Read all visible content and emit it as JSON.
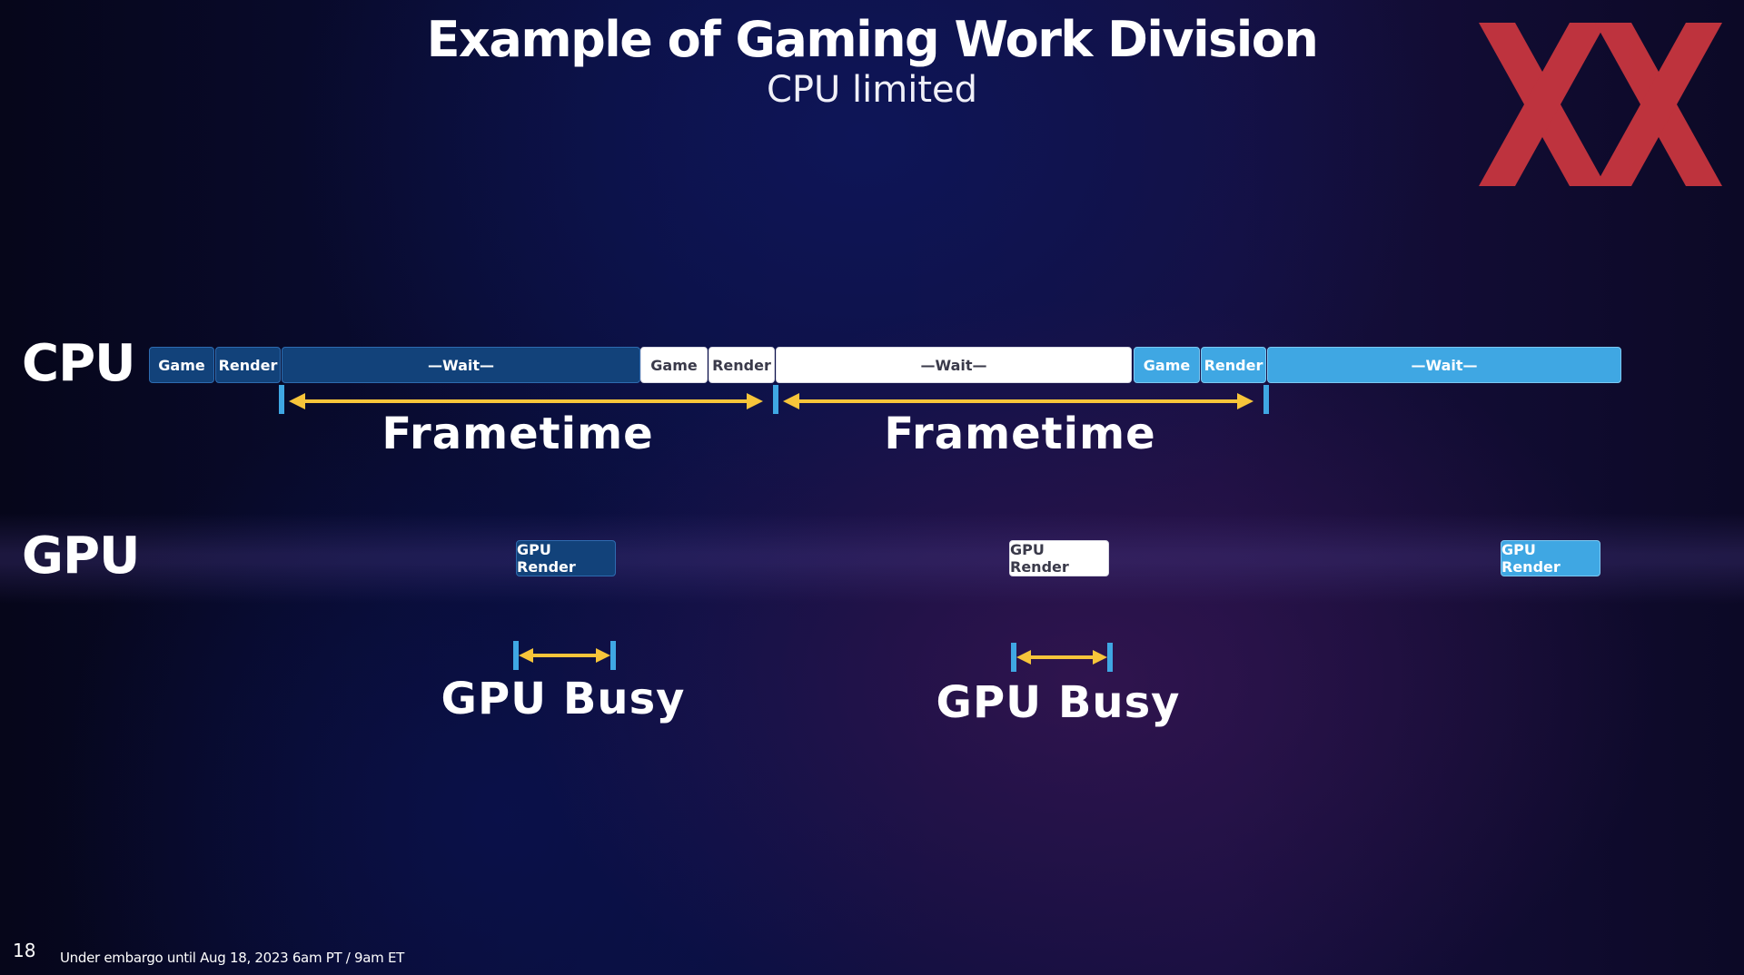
{
  "header": {
    "title": "Example of Gaming Work Division",
    "subtitle": "CPU limited"
  },
  "colors": {
    "navy": "#12427a",
    "white": "#ffffff",
    "cyan": "#3fa7e3",
    "arrow": "#f7c53a",
    "logo": "#c8363f"
  },
  "rows": {
    "cpu_label": "CPU",
    "gpu_label": "GPU"
  },
  "cpu_frames": [
    {
      "color": "navy",
      "game": "Game",
      "render": "Render",
      "wait": "—Wait—"
    },
    {
      "color": "white",
      "game": "Game",
      "render": "Render",
      "wait": "—Wait—"
    },
    {
      "color": "cyan",
      "game": "Game",
      "render": "Render",
      "wait": "—Wait—"
    }
  ],
  "gpu_blocks": [
    {
      "color": "navy",
      "label": "GPU Render"
    },
    {
      "color": "white",
      "label": "GPU Render"
    },
    {
      "color": "cyan",
      "label": "GPU Render"
    }
  ],
  "annotations": {
    "frametime_1": "Frametime",
    "frametime_2": "Frametime",
    "gpu_busy_1": "GPU Busy",
    "gpu_busy_2": "GPU Busy"
  },
  "logo_icon": "xx-logo-icon",
  "footer": {
    "page_number": "18",
    "embargo": "Under embargo until Aug 18, 2023 6am PT / 9am ET"
  }
}
